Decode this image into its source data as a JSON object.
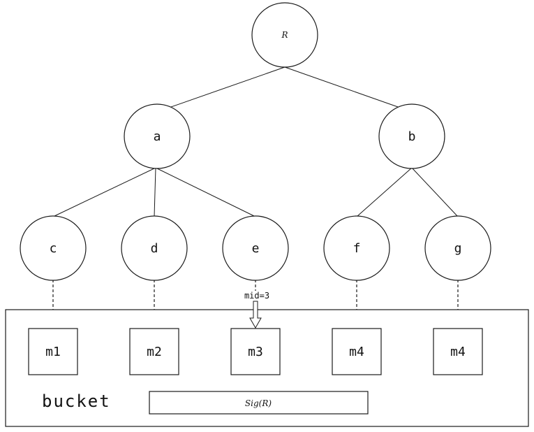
{
  "tree": {
    "root": "R",
    "level1": [
      "a",
      "b"
    ],
    "leaves": [
      "c",
      "d",
      "e",
      "f",
      "g"
    ]
  },
  "pointer_label": "mid=3",
  "bucket": {
    "label": "bucket",
    "slots": [
      "m1",
      "m2",
      "m3",
      "m4",
      "m4"
    ],
    "signature": "Sig(R)"
  }
}
